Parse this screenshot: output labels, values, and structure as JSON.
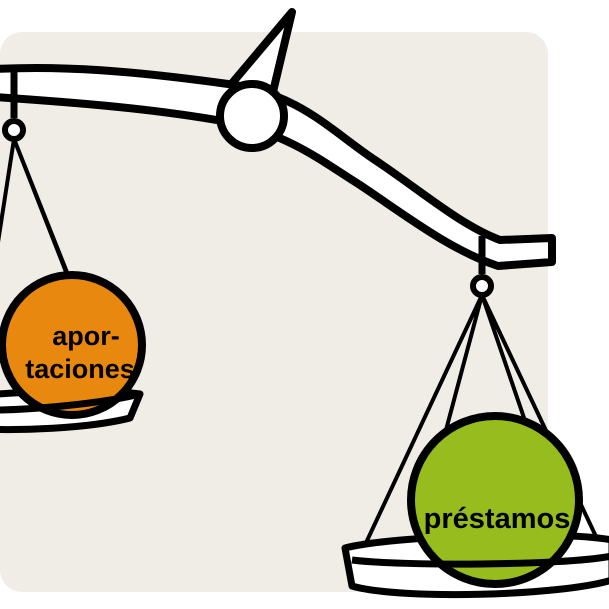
{
  "illustration": {
    "left_weight": {
      "label_line1": "apor-",
      "label_line2": "taciones",
      "color": "#E8880E"
    },
    "right_weight": {
      "label": "préstamos",
      "color": "#96BC1E"
    },
    "panel_color": "#F0EDE6",
    "outline_color": "#000000"
  }
}
